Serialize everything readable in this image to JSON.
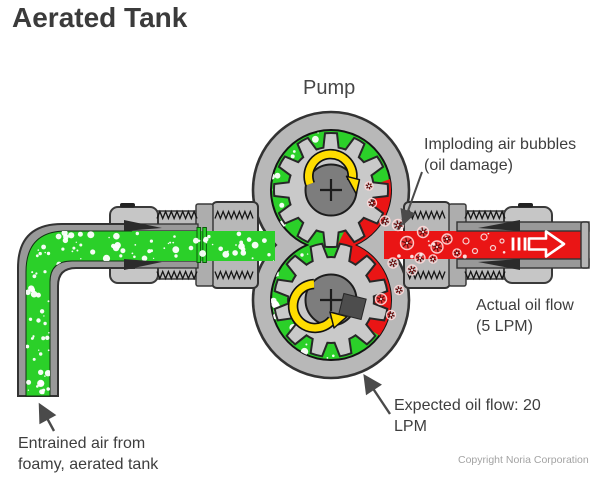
{
  "title": "Aerated Tank",
  "diagram": {
    "pump_label": "Pump",
    "annotations": {
      "imploding": {
        "line1": "Imploding air bubbles",
        "line2": "(oil damage)"
      },
      "actual_flow": {
        "line1": "Actual oil flow",
        "line2": "(5 LPM)"
      },
      "expected_flow": {
        "line1": "Expected oil flow: 20",
        "line2": "LPM"
      },
      "entrained_air": {
        "line1": "Entrained air from",
        "line2": "foamy, aerated tank"
      }
    },
    "colors": {
      "aerated_oil_green": "#2bd029",
      "damaged_oil_red": "#ea1515",
      "rotation_arrow_yellow": "#ffdd00",
      "housing_gray": "#b8b8b8",
      "gear_gray": "#c9c9c9",
      "hub_gray": "#7d7d7d",
      "pipe_wall_gray": "#999999",
      "outline_dark": "#333333",
      "pointer_gray": "#4a4a4a"
    }
  },
  "footer": {
    "copyright": "Copyright Noria Corporation"
  }
}
